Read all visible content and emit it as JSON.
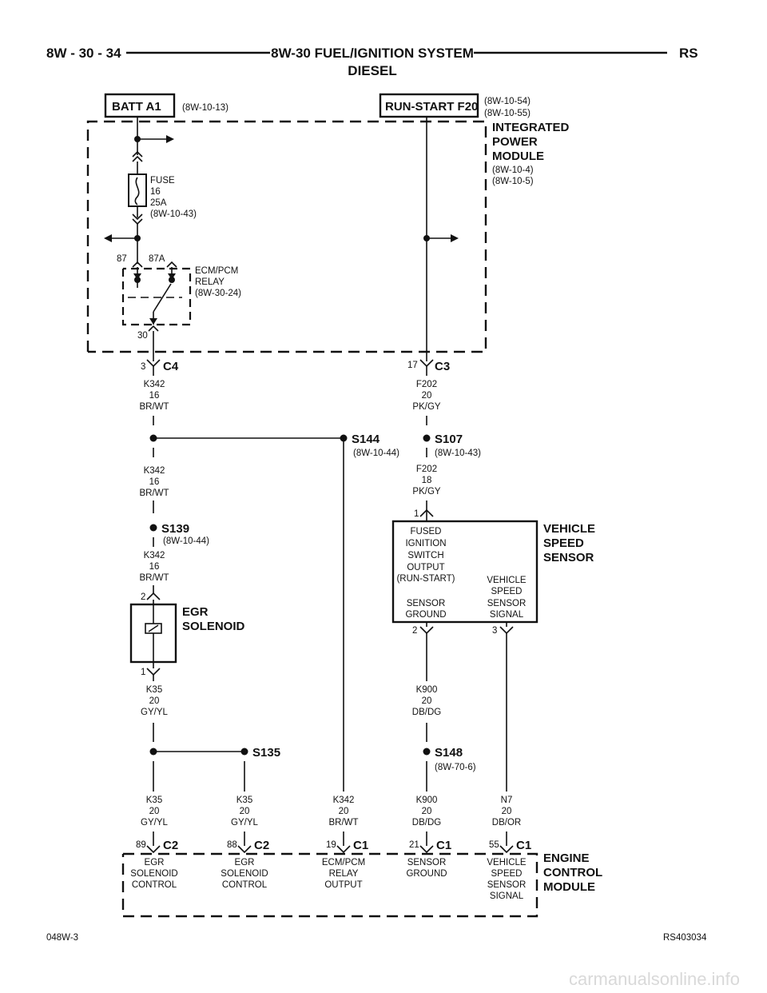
{
  "header": {
    "page_number": "8W - 30 - 34",
    "title": "8W-30 FUEL/IGNITION SYSTEM",
    "subtitle": "DIESEL",
    "model": "RS"
  },
  "footer": {
    "left_code": "048W-3",
    "right_code": "RS403034"
  },
  "watermark": "carmanualsonline.info",
  "sources": {
    "batt": {
      "label": "BATT A1",
      "ref": "(8W-10-13)"
    },
    "run_start": {
      "label": "RUN-START F20",
      "ref1": "(8W-10-54)",
      "ref2": "(8W-10-55)"
    }
  },
  "ipm": {
    "l1": "INTEGRATED",
    "l2": "POWER",
    "l3": "MODULE",
    "ref1": "(8W-10-4)",
    "ref2": "(8W-10-5)"
  },
  "fuse": {
    "l1": "FUSE",
    "l2": "16",
    "l3": "25A",
    "l4": "(8W-10-43)"
  },
  "relay": {
    "pin87": "87",
    "pin87a": "87A",
    "pin30": "30",
    "l1": "ECM/PCM",
    "l2": "RELAY",
    "l3": "(8W-30-24)"
  },
  "connectors": {
    "c4": {
      "pin": "3",
      "name": "C4"
    },
    "c3": {
      "pin": "17",
      "name": "C3"
    }
  },
  "wires": {
    "k342_a": {
      "code": "K342",
      "gauge": "16",
      "color": "BR/WT"
    },
    "k342_b": {
      "code": "K342",
      "gauge": "16",
      "color": "BR/WT"
    },
    "k342_c": {
      "code": "K342",
      "gauge": "16",
      "color": "BR/WT"
    },
    "f202_a": {
      "code": "F202",
      "gauge": "20",
      "color": "PK/GY"
    },
    "f202_b": {
      "code": "F202",
      "gauge": "18",
      "color": "PK/GY"
    },
    "k35_a": {
      "code": "K35",
      "gauge": "20",
      "color": "GY/YL"
    },
    "k900_a": {
      "code": "K900",
      "gauge": "20",
      "color": "DB/DG"
    },
    "k35_b": {
      "code": "K35",
      "gauge": "20",
      "color": "GY/YL"
    },
    "k35_c": {
      "code": "K35",
      "gauge": "20",
      "color": "GY/YL"
    },
    "k342_d": {
      "code": "K342",
      "gauge": "20",
      "color": "BR/WT"
    },
    "k900_b": {
      "code": "K900",
      "gauge": "20",
      "color": "DB/DG"
    },
    "n7": {
      "code": "N7",
      "gauge": "20",
      "color": "DB/OR"
    }
  },
  "splices": {
    "s144": {
      "name": "S144",
      "ref": "(8W-10-44)"
    },
    "s107": {
      "name": "S107",
      "ref": "(8W-10-43)"
    },
    "s139": {
      "name": "S139",
      "ref": "(8W-10-44)"
    },
    "s135": {
      "name": "S135"
    },
    "s148": {
      "name": "S148",
      "ref": "(8W-70-6)"
    }
  },
  "egr": {
    "l1": "EGR",
    "l2": "SOLENOID",
    "pin_top": "2",
    "pin_bot": "1"
  },
  "vss": {
    "l1": "VEHICLE",
    "l2": "SPEED",
    "l3": "SENSOR",
    "pin1": "1",
    "pin2": "2",
    "pin3": "3",
    "in1": "FUSED",
    "in2": "IGNITION",
    "in3": "SWITCH",
    "in4": "OUTPUT",
    "in5": "(RUN-START)",
    "gnd1": "SENSOR",
    "gnd2": "GROUND",
    "sig1": "VEHICLE",
    "sig2": "SPEED",
    "sig3": "SENSOR",
    "sig4": "SIGNAL"
  },
  "ecm": {
    "l1": "ENGINE",
    "l2": "CONTROL",
    "l3": "MODULE",
    "pins": [
      {
        "num": "89",
        "conn": "C2",
        "f1": "EGR",
        "f2": "SOLENOID",
        "f3": "CONTROL",
        "f4": ""
      },
      {
        "num": "88",
        "conn": "C2",
        "f1": "EGR",
        "f2": "SOLENOID",
        "f3": "CONTROL",
        "f4": ""
      },
      {
        "num": "19",
        "conn": "C1",
        "f1": "ECM/PCM",
        "f2": "RELAY",
        "f3": "OUTPUT",
        "f4": ""
      },
      {
        "num": "21",
        "conn": "C1",
        "f1": "SENSOR",
        "f2": "GROUND",
        "f3": "",
        "f4": ""
      },
      {
        "num": "55",
        "conn": "C1",
        "f1": "VEHICLE",
        "f2": "SPEED",
        "f3": "SENSOR",
        "f4": "SIGNAL"
      }
    ]
  }
}
